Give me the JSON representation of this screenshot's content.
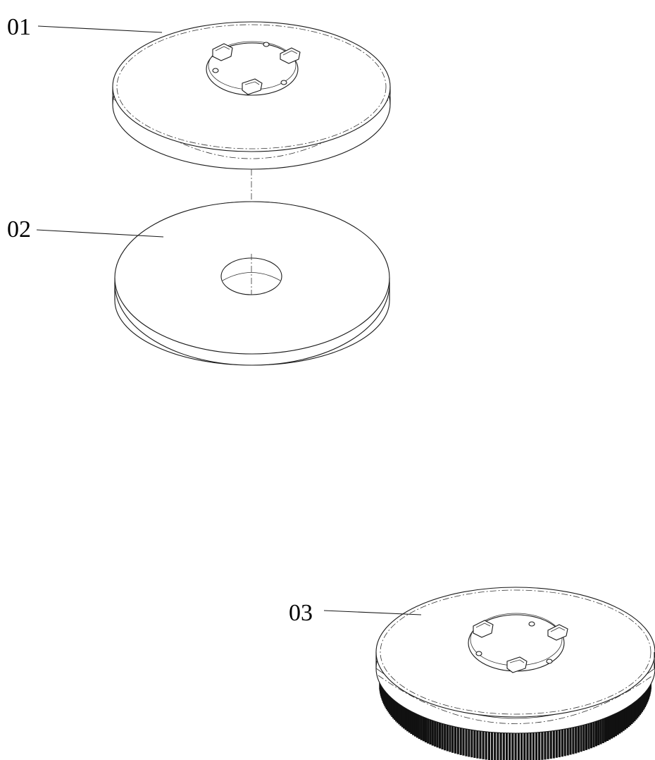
{
  "figure": {
    "labels": {
      "part_01": "01",
      "part_02": "02",
      "part_03": "03"
    }
  }
}
